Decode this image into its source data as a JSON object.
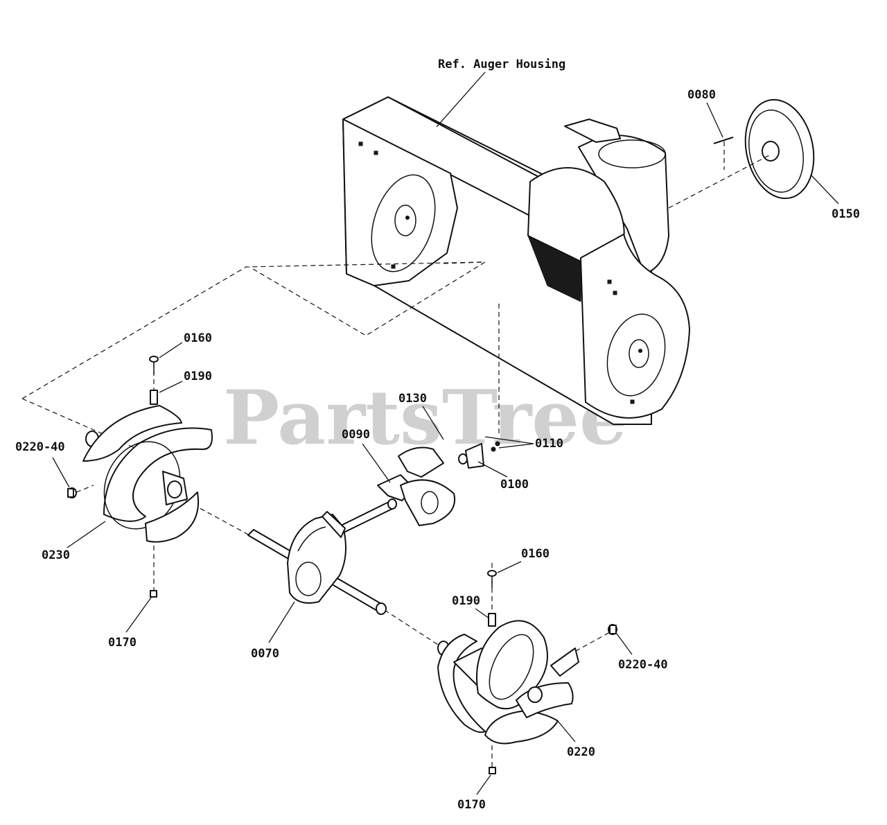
{
  "watermark": {
    "text": "PartsTree",
    "trademark": "™"
  },
  "reference_label": "Ref. Auger Housing",
  "callouts": {
    "p0080": "0080",
    "p0150": "0150",
    "p0160_top": "0160",
    "p0190_top": "0190",
    "p0130": "0130",
    "p0110": "0110",
    "p0090": "0090",
    "p0100": "0100",
    "p0220_40_left": "0220-40",
    "p0230": "0230",
    "p0170_left": "0170",
    "p0070": "0070",
    "p0160_bottom": "0160",
    "p0190_bottom": "0190",
    "p0220_40_right": "0220-40",
    "p0220": "0220",
    "p0170_bottom": "0170"
  }
}
